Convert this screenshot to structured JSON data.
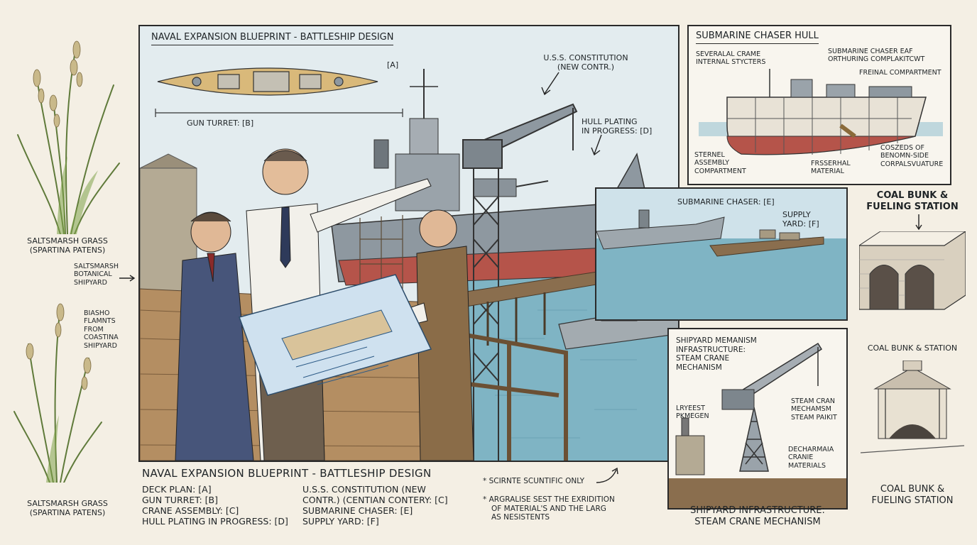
{
  "main_panel": {
    "title": "NAVAL EXPANSION BLUEPRINT - BATTLESHIP DESIGN",
    "label_a": "[A]",
    "gun_turret": "GUN TURRET: [B]",
    "constitution_line1": "U.S.S. CONSTITUTION",
    "constitution_line2": "(NEW CONTR.)",
    "hull_line1": "HULL PLATING",
    "hull_line2": "IN PROGRESS: [D]",
    "sub_chaser": "SUBMARINE CHASER: [E]",
    "supply_line1": "SUPPLY",
    "supply_line2": "YARD: [F]"
  },
  "left_column": {
    "grass_top_line1": "SALTSMARSH GRASS",
    "grass_top_line2": "(SPARTINA PATENS)",
    "botanical_line1": "SALTSMARSH",
    "botanical_line2": "BOTANICAL",
    "botanical_line3": "SHIPYARD",
    "biasho_line1": "BIASHO",
    "biasho_line2": "FLAMNTS",
    "biasho_line3": "FROM",
    "biasho_line4": "COASTINA",
    "biasho_line5": "SHIPYARD",
    "grass_bottom_line1": "SALTSMARSH GRASS",
    "grass_bottom_line2": "(SPARTINA PATENS)"
  },
  "chaser_panel": {
    "title": "SUBMARINE CHASER HULL",
    "l1_line1": "SEVERALAL CRAME",
    "l1_line2": "INTERNAL STYCTERS",
    "l2_line1": "SUBMARINE CHASER EAF",
    "l2_line2": "ORTHURING COMPLAKITCWT",
    "l3": "FREINAL COMPARTMENT",
    "l4_line1": "STERNEL",
    "l4_line2": "ASSEMBLY",
    "l4_line3": "COMPARTMENT",
    "l5_line1": "FRSSERHAL",
    "l5_line2": "MATERIAL",
    "l6_line1": "COSZEDS OF",
    "l6_line2": "BENOMN-SIDE",
    "l6_line3": "CORPALSVUATURE"
  },
  "coal_column": {
    "top_line1": "COAL BUNK &",
    "top_line2": "FUELING STATION",
    "middle": "COAL BUNK & STATION",
    "bottom_line1": "COAL BUNK &",
    "bottom_line2": "FUELING STATION"
  },
  "crane_panel": {
    "head_line1": "SHIPYARD MEMANISM",
    "head_line2": "INFRASTRUCTURE:",
    "head_line3": "STEAM CRANE",
    "head_line4": "MECHANISM",
    "left_line1": "LRYEEST",
    "left_line2": "PKMEGEN",
    "r1_line1": "STEAM CRAN",
    "r1_line2": "MECHAMSM",
    "r1_line3": "STEAM PAIKIT",
    "r2_line1": "DECHARMAIA",
    "r2_line2": "CRANIE",
    "r2_line3": "MATERIALS",
    "foot_line1": "SHIPYARD INFRASTRUCTURE:",
    "foot_line2": "STEAM CRANE MECHANISM"
  },
  "legend": {
    "title": "NAVAL EXPANSION BLUEPRINT - BATTLESHIP DESIGN",
    "col1": [
      "DECK PLAN: [A]",
      "GUN TURRET: [B]",
      "CRANE ASSEMBLY: [C]",
      "HULL PLATING IN PROGRESS: [D]"
    ],
    "col2": [
      "U.S.S. CONSTITUTION (NEW",
      "CONTR.) (CENTIAN CONTERY: [C]",
      "SUBMARINE CHASER: [E]",
      "SUPPLY YARD: [F]"
    ]
  },
  "notes": {
    "n1": "* SCIRNTE SCUNTIFIC ONLY",
    "n2_line1": "* ARGRALISE SEST THE EXRIDITION",
    "n2_line2": "OF MATERIAL'S AND THE LARG",
    "n2_line3": "AS NESISTENTS"
  },
  "colors": {
    "paper": "#f4efe4",
    "sea": "#7fb4c4",
    "sky": "#dfe9ee",
    "hull_red": "#b5544a",
    "steel": "#8e98a0",
    "deck": "#d9b97a",
    "ink": "#1e2326"
  },
  "icons": [
    "grass-icon",
    "crane-icon",
    "battleship-icon",
    "coal-bunker-icon",
    "pavilion-icon",
    "arrow-icon"
  ]
}
